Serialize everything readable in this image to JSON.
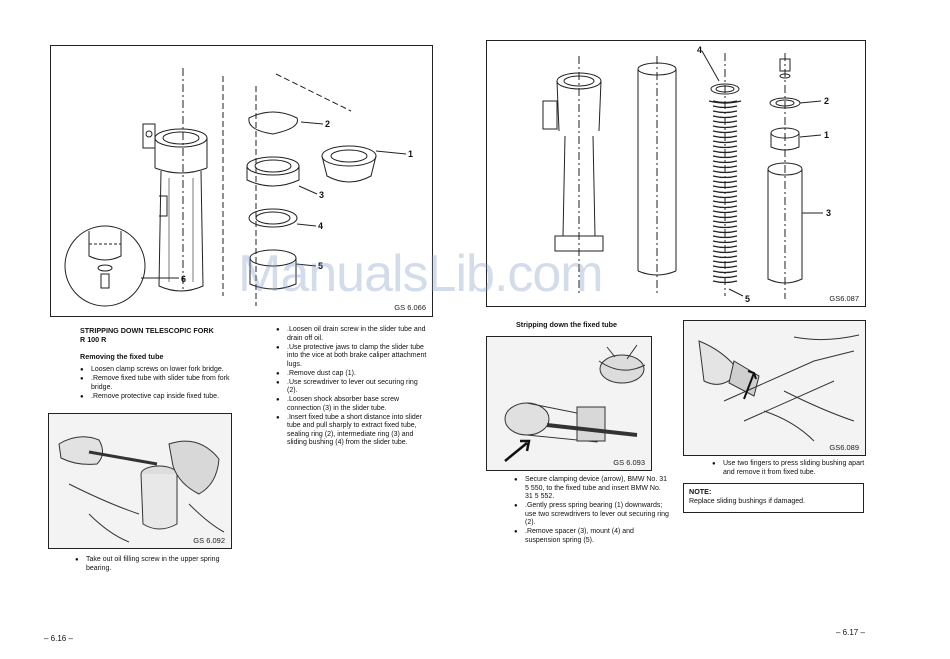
{
  "left_page": {
    "figure_top": {
      "code": "GS 6.066",
      "callouts": [
        "1",
        "2",
        "3",
        "4",
        "5",
        "6"
      ]
    },
    "section_title_line1": "STRIPPING DOWN TELESCOPIC FORK",
    "section_title_line2": "R 100 R",
    "subheading": "Removing the fixed tube",
    "steps_col1": [
      "Loosen clamp screws on lower fork bridge.",
      ".Remove fixed tube with slider tube from fork bridge.",
      ".Remove protective cap inside fixed tube."
    ],
    "figure_small": {
      "code": "GS 6.092"
    },
    "steps_after_figure": [
      "Take out oil filling screw in the upper spring bearing."
    ],
    "steps_col2": [
      ".Loosen oil drain screw in the slider tube and drain off oil.",
      ".Use protective jaws to clamp the slider tube into the vice at both brake caliper attachment lugs.",
      ".Remove dust cap (1).",
      ".Use screwdriver to lever out securing ring (2).",
      ".Loosen shock absorber base screw connection (3) in the slider tube.",
      ".Insert fixed tube a short distance into slider tube and pull sharply to extract fixed tube, sealing ring (2), intermediate ring (3) and sliding bushing (4) from the slider tube."
    ],
    "page_number": "– 6.16 –"
  },
  "right_page": {
    "figure_top": {
      "code": "GS6.087",
      "callouts": [
        "4",
        "2",
        "1",
        "3",
        "5"
      ]
    },
    "subheading": "Stripping down the fixed tube",
    "figure_left": {
      "code": "GS 6.093"
    },
    "steps_left": [
      "Secure clamping device (arrow), BMW No. 31 5 550, to the fixed tube and insert BMW No. 31 5 552.",
      ".Gently press spring bearing (1) downwards; use two screwdrivers to lever out securing ring (2).",
      ".Remove spacer (3), mount (4) and suspension spring (5)."
    ],
    "figure_right": {
      "code": "GS6.089"
    },
    "steps_right": [
      "Use two fingers to press sliding bushing apart and remove it from fixed tube."
    ],
    "note_label": "NOTE:",
    "note_text": "Replace sliding bushings if damaged.",
    "page_number": "– 6.17 –"
  },
  "watermark": "ManualsLib.com"
}
